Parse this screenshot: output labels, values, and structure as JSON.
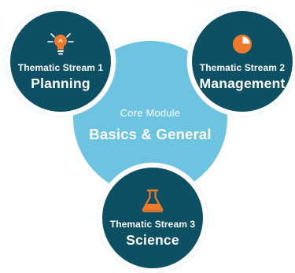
{
  "core": {
    "subtitle": "Core Module",
    "title": "Basics & General"
  },
  "streams": [
    {
      "subtitle": "Thematic Stream 1",
      "title": "Planning",
      "icon": "lightbulb-icon"
    },
    {
      "subtitle": "Thematic Stream 2",
      "title": "Management",
      "icon": "pie-chart-icon"
    },
    {
      "subtitle": "Thematic Stream 3",
      "title": "Science",
      "icon": "flask-icon"
    }
  ],
  "colors": {
    "stream_fill": "#0d4f63",
    "core_fill": "#6cc4e0",
    "icon_accent": "#f07a2b",
    "text": "#ffffff"
  }
}
